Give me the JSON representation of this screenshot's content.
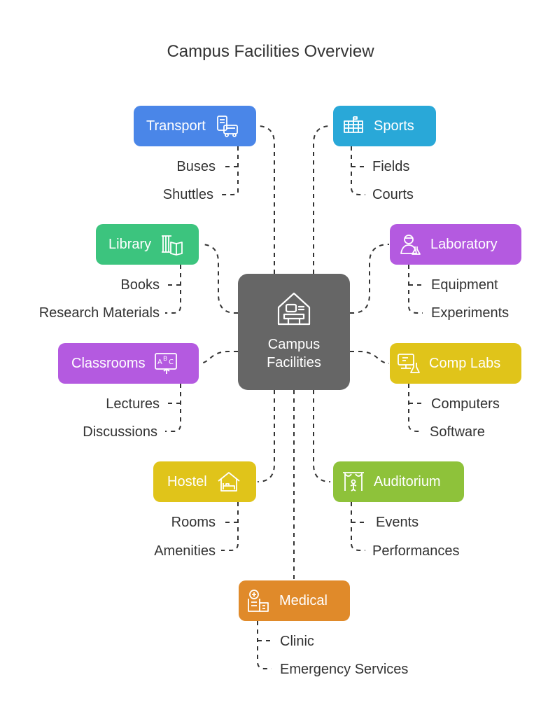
{
  "title": "Campus Facilities Overview",
  "center": {
    "line1": "Campus",
    "line2": "Facilities"
  },
  "colors": {
    "transport": "#4a86e8",
    "sports": "#29a8d8",
    "library": "#3cc47e",
    "laboratory": "#b45ae0",
    "classrooms": "#b45ae0",
    "comp_labs": "#e0c41a",
    "hostel": "#e0c41a",
    "auditorium": "#8ec23a",
    "medical": "#e08a2a",
    "center": "#666666",
    "connector": "#333333"
  },
  "nodes": {
    "transport": {
      "label": "Transport",
      "icon": "bus-icon",
      "children": [
        "Buses",
        "Shuttles"
      ]
    },
    "sports": {
      "label": "Sports",
      "icon": "stadium-icon",
      "children": [
        "Fields",
        "Courts"
      ]
    },
    "library": {
      "label": "Library",
      "icon": "column-book-icon",
      "children": [
        "Books",
        "Research Materials"
      ]
    },
    "laboratory": {
      "label": "Laboratory",
      "icon": "scientist-icon",
      "children": [
        "Equipment",
        "Experiments"
      ]
    },
    "classrooms": {
      "label": "Classrooms",
      "icon": "abc-board-icon",
      "children": [
        "Lectures",
        "Discussions"
      ]
    },
    "comp_labs": {
      "label": "Comp Labs",
      "icon": "computer-flask-icon",
      "children": [
        "Computers",
        "Software"
      ]
    },
    "hostel": {
      "label": "Hostel",
      "icon": "house-bed-icon",
      "children": [
        "Rooms",
        "Amenities"
      ]
    },
    "auditorium": {
      "label": "Auditorium",
      "icon": "stage-icon",
      "children": [
        "Events",
        "Performances"
      ]
    },
    "medical": {
      "label": "Medical",
      "icon": "hospital-icon",
      "children": [
        "Clinic",
        "Emergency Services"
      ]
    }
  }
}
